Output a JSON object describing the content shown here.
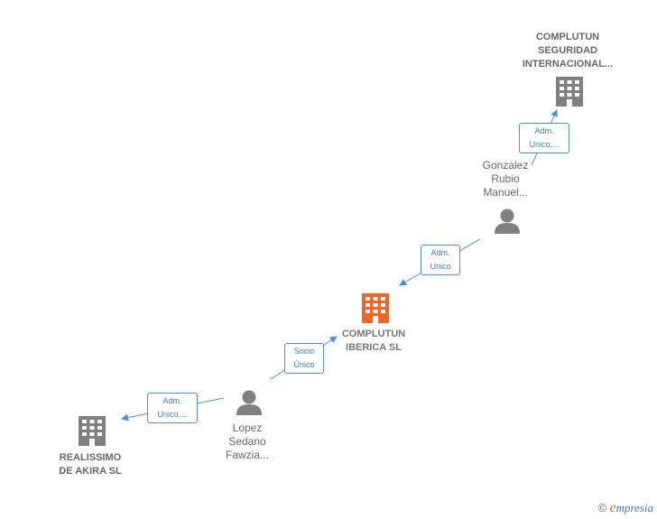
{
  "nodes": {
    "complutun_seguridad": {
      "label": "COMPLUTUN\nSEGURIDAD\nINTERNACIONAL...",
      "icon": "building-icon",
      "color": "#808080"
    },
    "gonzalez": {
      "label": "Gonzalez\nRubio\nManuel...",
      "icon": "person-icon",
      "color": "#808080"
    },
    "complutun_iberica": {
      "label": "COMPLUTUN\nIBERICA  SL",
      "icon": "building-icon",
      "color": "#f26522"
    },
    "lopez": {
      "label": "Lopez\nSedano\nFawzia...",
      "icon": "person-icon",
      "color": "#808080"
    },
    "realissimo": {
      "label": "REALISSIMO\nDE AKIRA SL",
      "icon": "building-icon",
      "color": "#808080"
    }
  },
  "edges": {
    "gonzalez_to_seguridad": "Adm.\nUnico,...",
    "gonzalez_to_iberica": "Adm.\nUnico",
    "lopez_to_iberica": "Socio\nÚnico",
    "lopez_to_realissimo": "Adm.\nUnico,..."
  },
  "colors": {
    "edge": "#4a90d9",
    "accent": "#f26522",
    "neutral": "#808080"
  },
  "footer": {
    "copyright": "©",
    "brand_e": "e",
    "brand_rest": "mpresia"
  }
}
